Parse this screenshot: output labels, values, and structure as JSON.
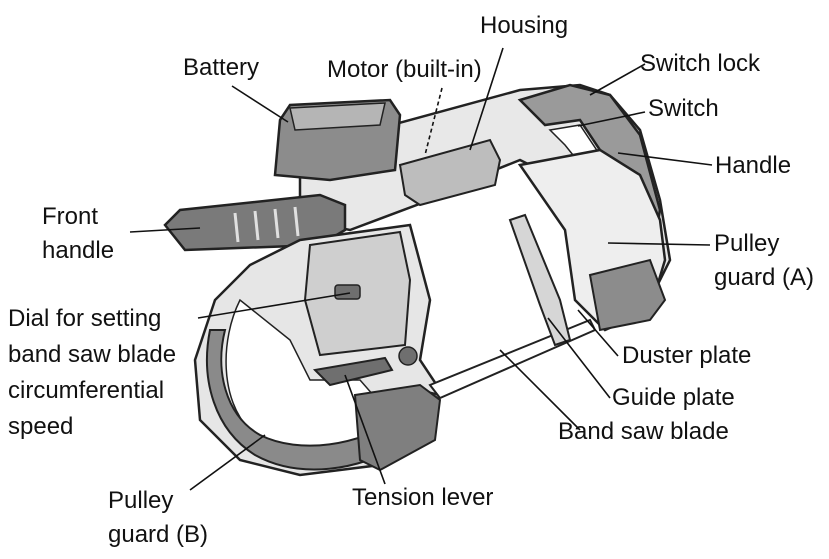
{
  "labels": {
    "housing": "Housing",
    "battery": "Battery",
    "motor": "Motor (built-in)",
    "switch_lock": "Switch lock",
    "switch": "Switch",
    "handle": "Handle",
    "front_handle_1": "Front",
    "front_handle_2": "handle",
    "pulley_guard_a_1": "Pulley",
    "pulley_guard_a_2": "guard (A)",
    "dial_1": "Dial for setting",
    "dial_2": "band saw blade",
    "dial_3": "circumferential",
    "dial_4": "speed",
    "duster_plate": "Duster plate",
    "guide_plate": "Guide plate",
    "band_saw_blade": "Band saw blade",
    "pulley_guard_b_1": "Pulley",
    "pulley_guard_b_2": "guard (B)",
    "tension_lever": "Tension lever"
  },
  "colors": {
    "ink": "#111111",
    "body_light": "#e8e8e8",
    "body_mid": "#bdbdbd",
    "body_dark": "#555555",
    "grip": "#7a7a7a"
  }
}
